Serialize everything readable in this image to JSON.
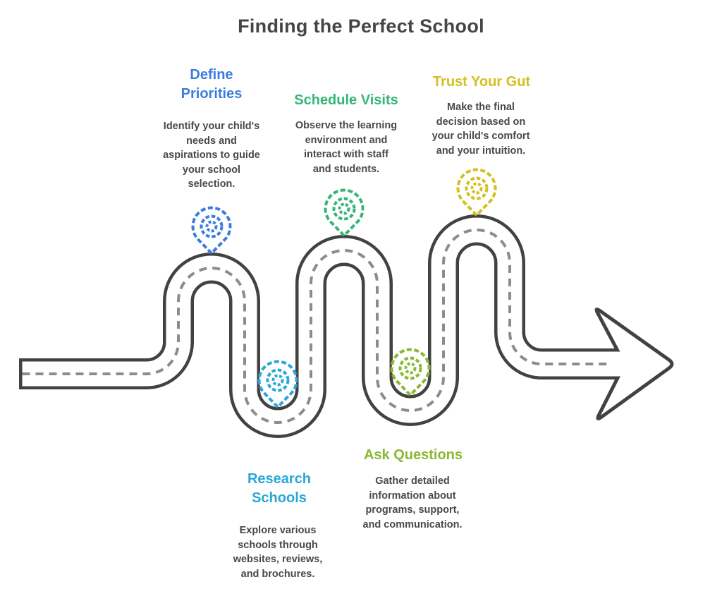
{
  "title": "Finding the Perfect School",
  "colors": {
    "road_outline": "#424242",
    "road_fill": "#ffffff",
    "center_dash": "#8c8c8c",
    "heading_text": "#454545",
    "body_text": "#494949"
  },
  "steps": [
    {
      "name": "define-priorities",
      "title": "Define\nPriorities",
      "description": "Identify your child's\nneeds and\naspirations to guide\nyour school\nselection.",
      "color": "#3b7ddd",
      "pin_icon": "map-pin-target-icon"
    },
    {
      "name": "research-schools",
      "title": "Research\nSchools",
      "description": "Explore various\nschools through\nwebsites, reviews,\nand brochures.",
      "color": "#2aa7d9",
      "pin_icon": "map-pin-target-icon"
    },
    {
      "name": "schedule-visits",
      "title": "Schedule Visits",
      "description": "Observe the learning\nenvironment and\ninteract with staff\nand students.",
      "color": "#34b678",
      "pin_icon": "map-pin-target-icon"
    },
    {
      "name": "ask-questions",
      "title": "Ask Questions",
      "description": "Gather detailed\ninformation about\nprograms, support,\nand communication.",
      "color": "#8ab832",
      "pin_icon": "map-pin-target-icon"
    },
    {
      "name": "trust-your-gut",
      "title": "Trust Your Gut",
      "description": "Make the final\ndecision based on\nyour child's comfort\nand your intuition.",
      "color": "#d4c020",
      "pin_icon": "map-pin-target-icon"
    }
  ]
}
